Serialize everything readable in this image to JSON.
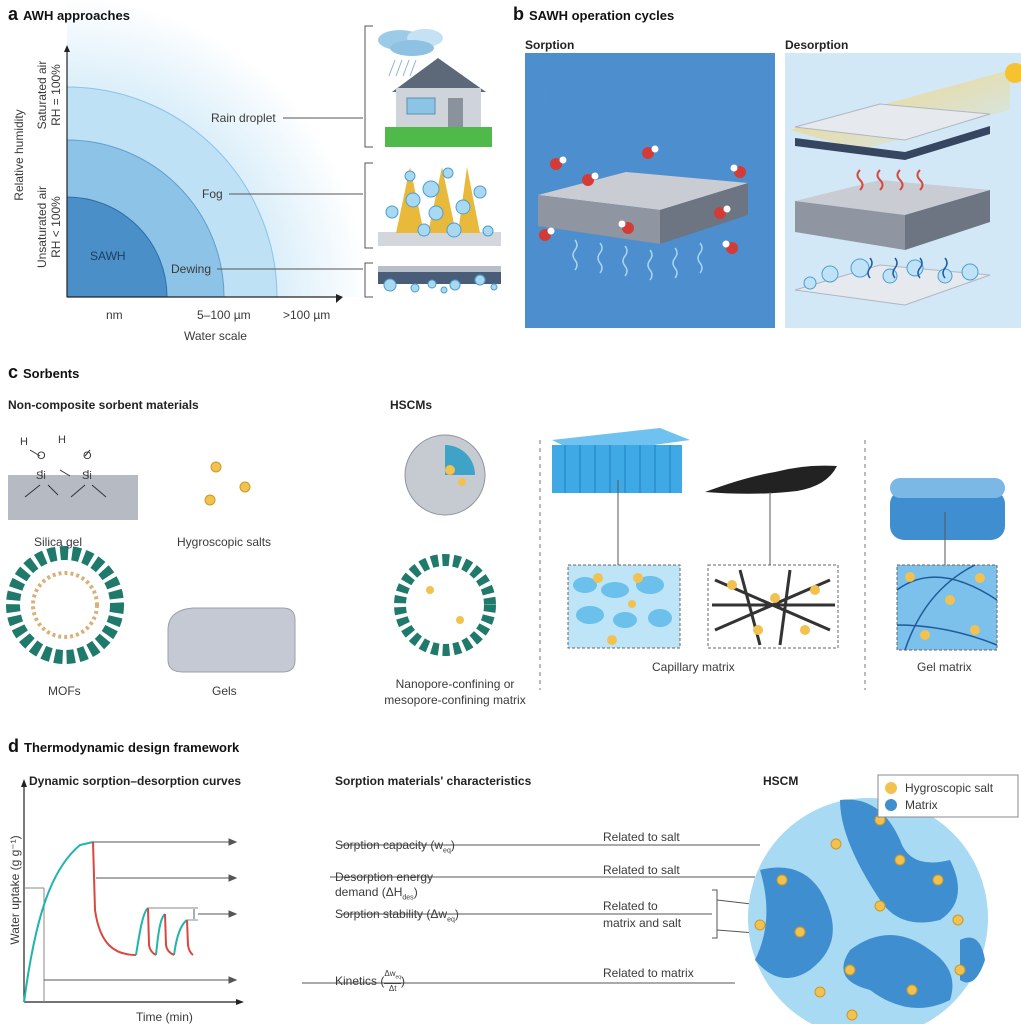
{
  "panel_a": {
    "letter": "a",
    "title": "AWH approaches",
    "y_axis": "Relative humidity",
    "saturated": [
      "Saturated air",
      "RH = 100%"
    ],
    "unsaturated": [
      "Unsaturated air",
      "RH < 100%"
    ],
    "regions": {
      "sawh": "SAWH",
      "dewing": "Dewing",
      "fog": "Fog",
      "rain": "Rain droplet"
    },
    "x_ticks": [
      "nm",
      "5–100 µm",
      ">100 µm"
    ],
    "x_axis": "Water scale"
  },
  "panel_b": {
    "letter": "b",
    "title": "SAWH operation cycles",
    "sorption": "Sorption",
    "desorption": "Desorption"
  },
  "panel_c": {
    "letter": "c",
    "title": "Sorbents",
    "non_composite": "Non-composite sorbent materials",
    "hscms": "HSCMs",
    "items": {
      "silica": "Silica gel",
      "salts": "Hygroscopic salts",
      "mofs": "MOFs",
      "gels": "Gels",
      "nanopore1": "Nanopore-confining or",
      "nanopore2": "mesopore-confining matrix",
      "capillary": "Capillary matrix",
      "gel_matrix": "Gel matrix"
    },
    "silica_atoms": {
      "h": "H",
      "o": "O",
      "si": "Si"
    }
  },
  "panel_d": {
    "letter": "d",
    "title": "Thermodynamic design framework",
    "curves_title": "Dynamic sorption–desorption curves",
    "characteristics_title": "Sorption materials' characteristics",
    "hscm_title": "HSCM",
    "y_axis": "Water uptake (g g⁻¹)",
    "x_axis": "Time (min)",
    "characteristics": [
      {
        "label": "Sorption capacity (w",
        "sub": "eq",
        "end": ")",
        "relation": "Related to salt"
      },
      {
        "label": "Desorption energy",
        "label2": "demand (ΔH",
        "sub": "des",
        "end": ")",
        "relation": "Related to salt"
      },
      {
        "label": "Sorption stability (Δw",
        "sub": "eq",
        "end": ")",
        "relation": "Related to",
        "relation2": "matrix and salt"
      },
      {
        "label": "Kinetics (",
        "frac_top": "Δw",
        "frac_sub": "eq",
        "frac_bot": "Δt",
        "end": ")",
        "relation": "Related to matrix"
      }
    ],
    "legend": {
      "salt": "Hygroscopic salt",
      "matrix": "Matrix"
    },
    "colors": {
      "sorption": "#1fb5ad",
      "desorption": "#d9473f",
      "salt": "#f2c14e",
      "matrix": "#3f8fd0"
    }
  }
}
